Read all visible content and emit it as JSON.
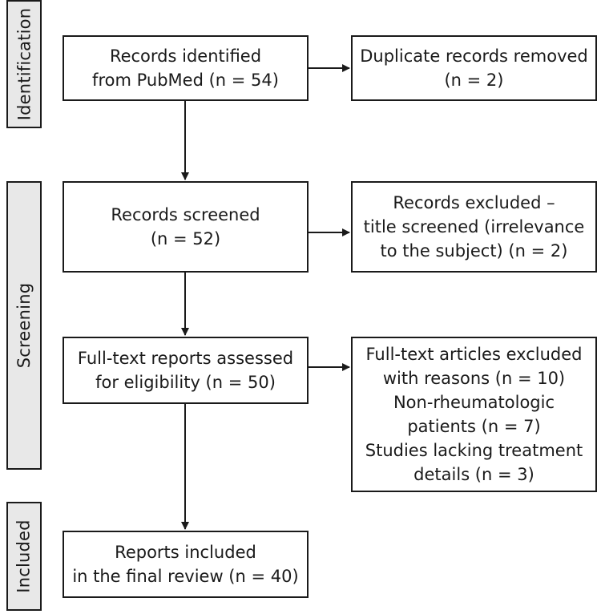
{
  "phases": {
    "identification": "Identification",
    "screening": "Screening",
    "included": "Included"
  },
  "boxes": {
    "identified": {
      "lines": [
        "Records identified",
        "from PubMed (n = 54)"
      ]
    },
    "duplicates": {
      "lines": [
        "Duplicate records removed",
        "(n = 2)"
      ]
    },
    "screened": {
      "lines": [
        "Records screened",
        "(n = 52)"
      ]
    },
    "excluded_title": {
      "lines": [
        "Records excluded –",
        "title screened (irrelevance",
        "to the subject) (n = 2)"
      ]
    },
    "fulltext_assessed": {
      "lines": [
        "Full-text reports assessed",
        "for eligibility (n = 50)"
      ]
    },
    "fulltext_excluded": {
      "lines": [
        "Full-text articles excluded",
        "with reasons (n = 10)",
        "Non-rheumatologic",
        "patients (n = 7)",
        "Studies lacking treatment",
        "details (n = 3)"
      ]
    },
    "included": {
      "lines": [
        "Reports included",
        "in the final review (n = 40)"
      ]
    }
  }
}
